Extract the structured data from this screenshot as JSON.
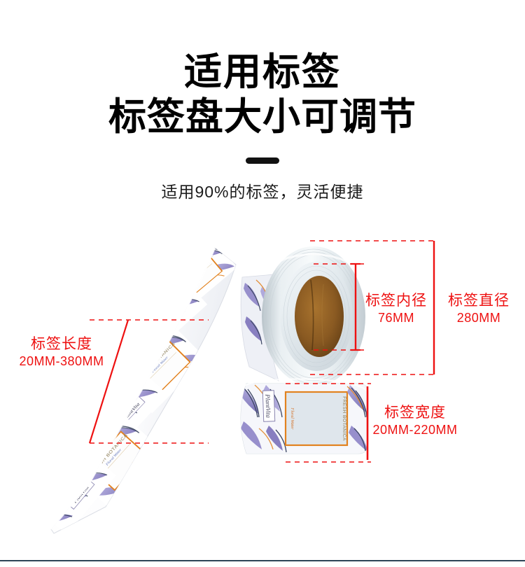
{
  "header": {
    "headline_line1": "适用标签",
    "headline_line2": "标签盘大小可调节",
    "subtitle": "适用90%的标签，灵活便捷"
  },
  "annotations": {
    "length": {
      "name": "标签长度",
      "value": "20MM-380MM"
    },
    "inner_diameter": {
      "name": "标签内径",
      "value": "76MM"
    },
    "outer_diameter": {
      "name": "标签直径",
      "value": "280MM"
    },
    "width": {
      "name": "标签宽度",
      "value": "20MM-220MM"
    }
  },
  "product": {
    "label_brand_text": "FRESH BOTANICA",
    "label_sub_text": "Floral Water",
    "label_script_logo": "PlantVita"
  },
  "colors": {
    "annotation_red": "#ee1111",
    "headline_black": "#000000",
    "background": "#ffffff",
    "bottom_rule": "#2d4456",
    "label_border_orange": "#e2821f",
    "leaf_violet": "#8f86c8",
    "leaf_navy": "#2b3654",
    "roll_paper": "#dfe6ea",
    "core_cardboard": "#8a5a22"
  }
}
